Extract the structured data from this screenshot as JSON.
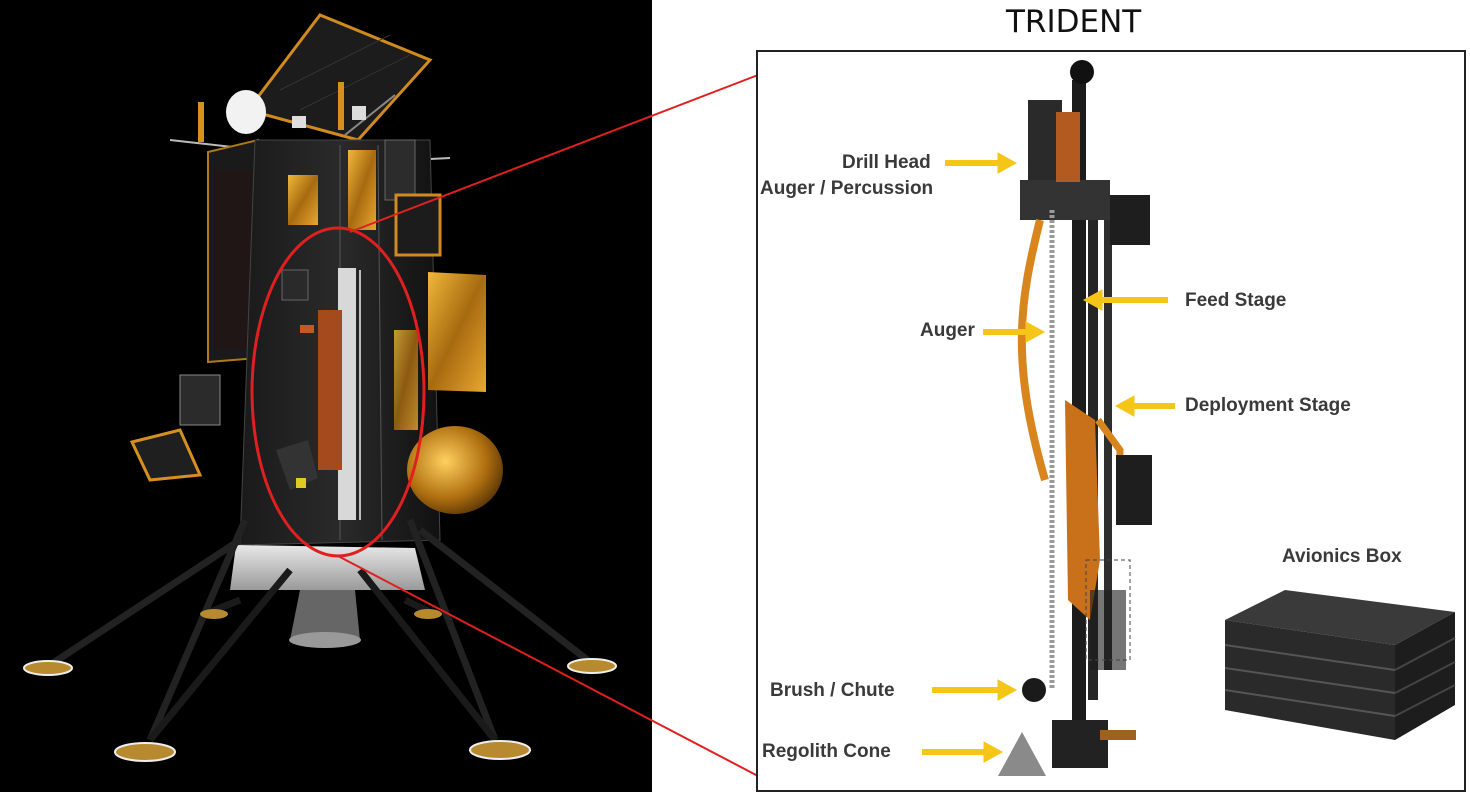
{
  "diagram": {
    "title": "TRIDENT",
    "labels": {
      "drill_head_line1": "Drill Head",
      "drill_head_line2": "Auger / Percussion",
      "feed_stage": "Feed Stage",
      "auger": "Auger",
      "deployment_stage": "Deployment Stage",
      "avionics_box": "Avionics Box",
      "brush_chute": "Brush / Chute",
      "regolith_cone": "Regolith Cone"
    },
    "colors": {
      "callout_arrow": "#f5c518",
      "zoom_lines": "#e02020",
      "lander_background": "#000000",
      "gold_foil": "#c88a1c",
      "copper": "#b8561c",
      "label_text": "#3a3a3a"
    }
  }
}
